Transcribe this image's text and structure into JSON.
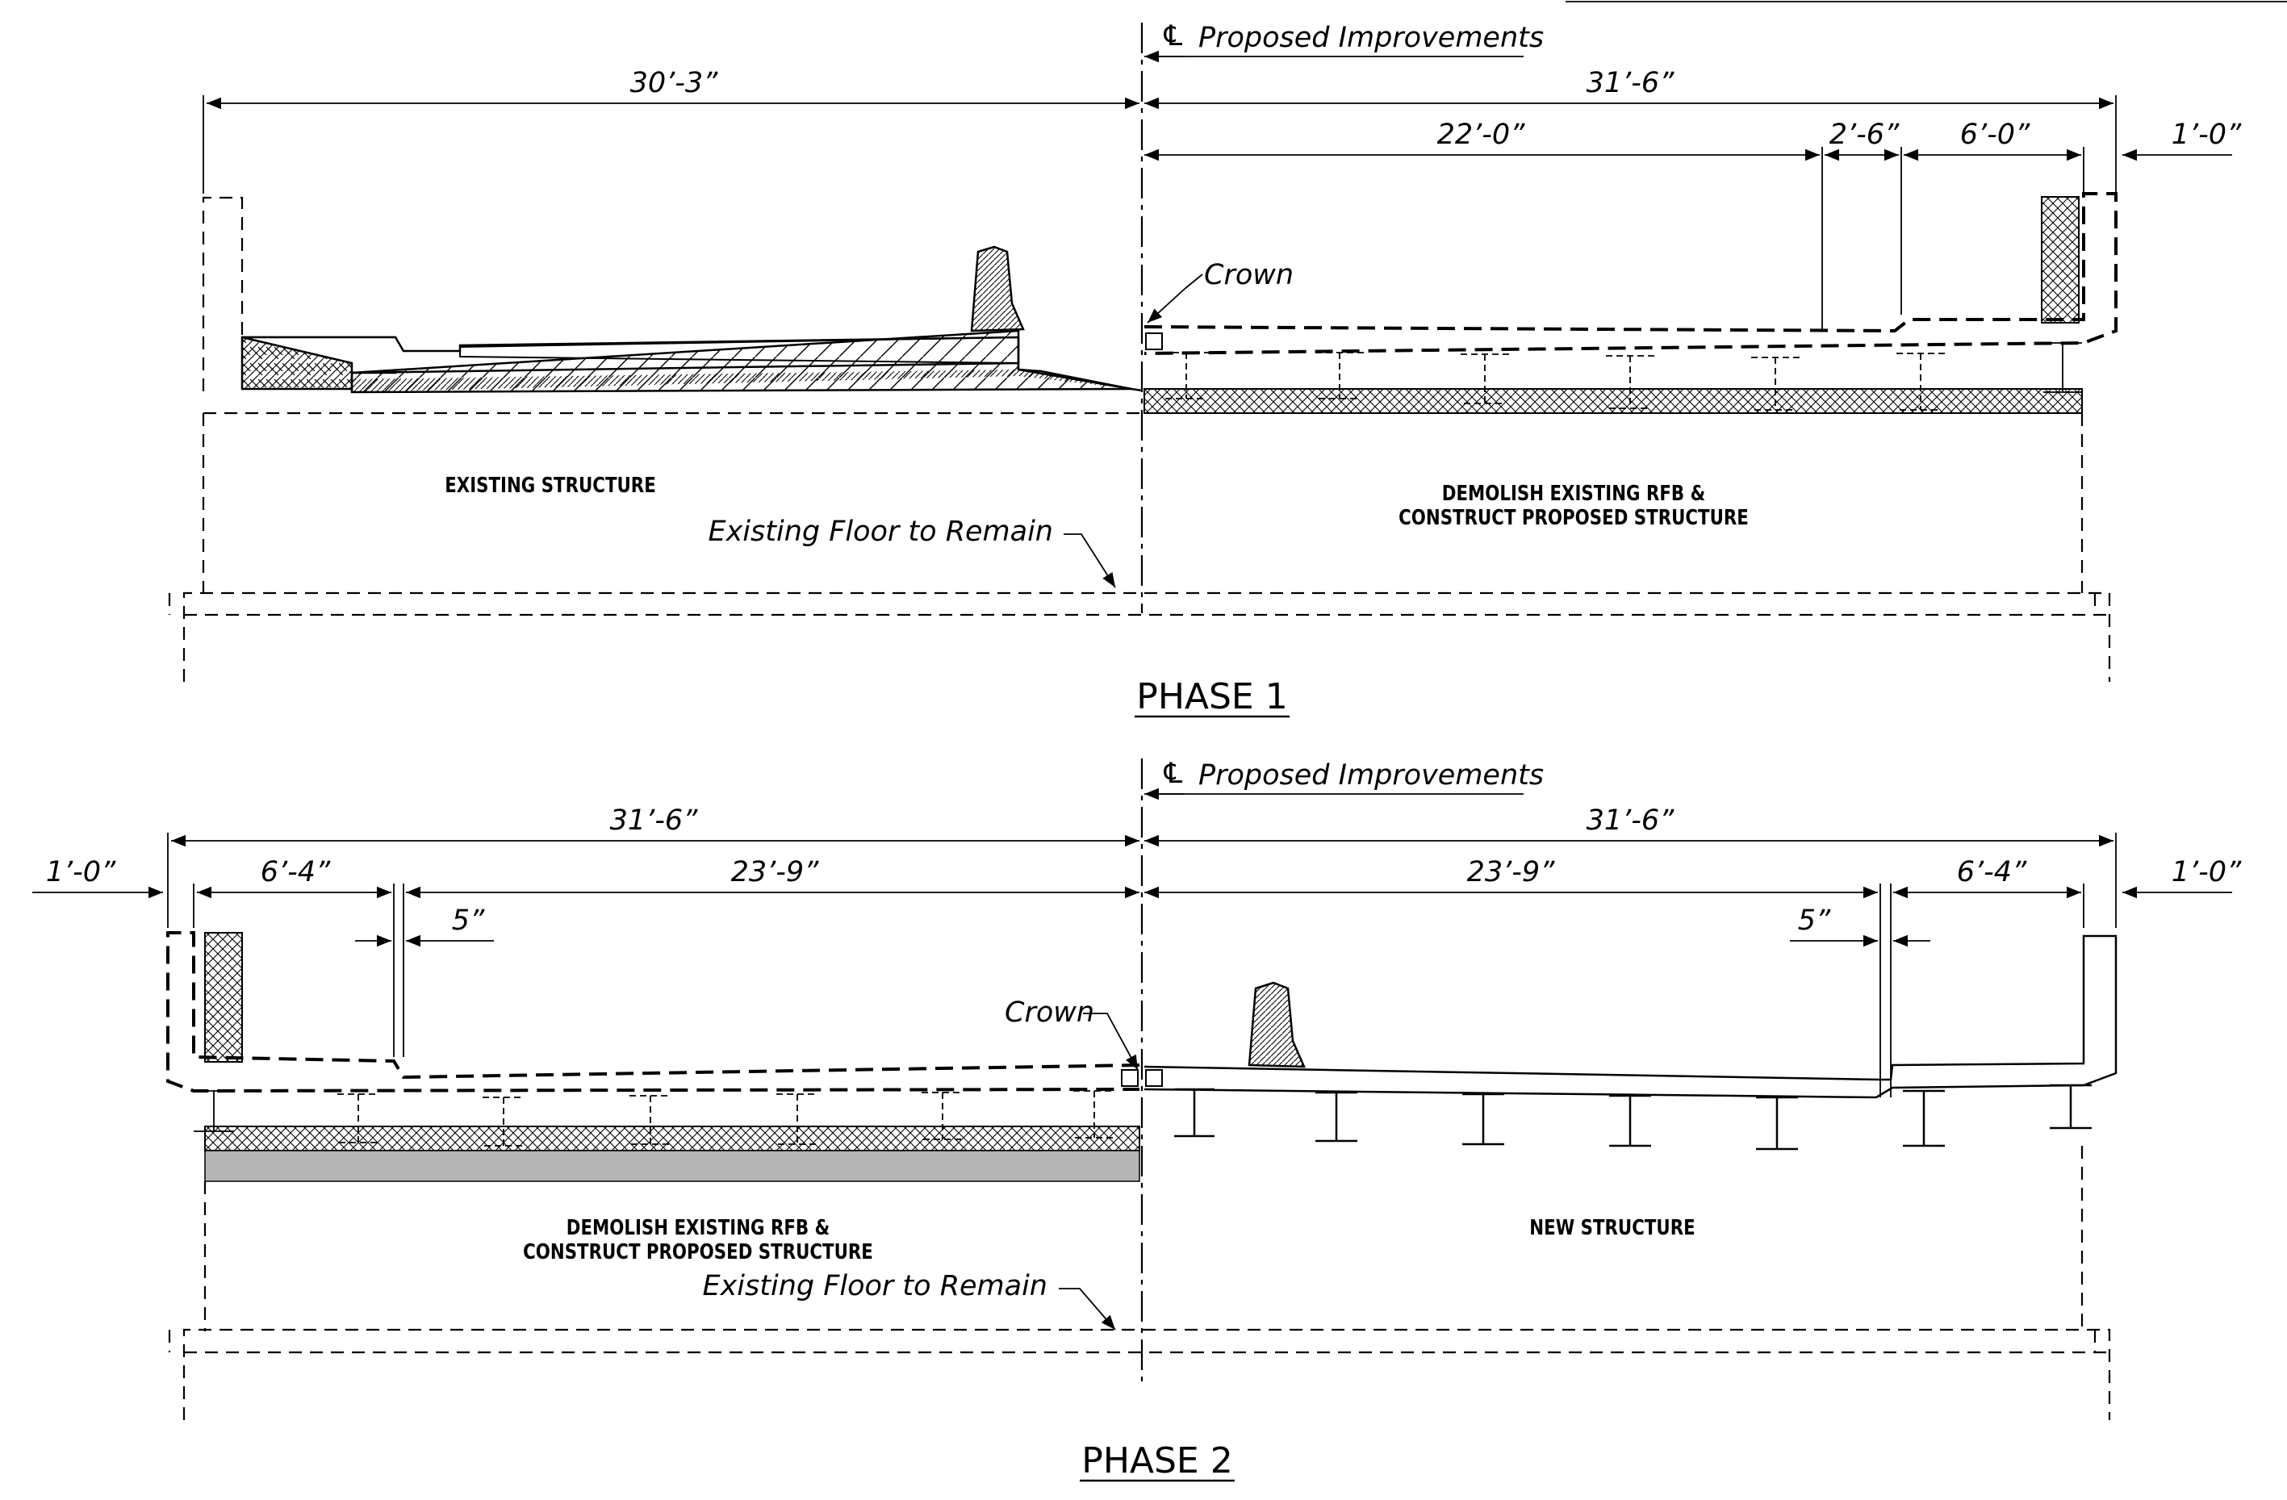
{
  "phase1": {
    "centerline_label": "Proposed Improvements",
    "dim_left_overall": "30’-3”",
    "dim_right_overall": "31’-6”",
    "dim_travel": "22’-0”",
    "dim_gutter": "2’-6”",
    "dim_sidewalk": "6’-0”",
    "dim_rail": "1’-0”",
    "crown_label": "Crown",
    "existing_structure_label": "EXISTING STRUCTURE",
    "demolish_line1": "DEMOLISH EXISTING RFB &",
    "demolish_line2": "CONSTRUCT PROPOSED STRUCTURE",
    "floor_label": "Existing Floor to Remain",
    "title": "PHASE 1"
  },
  "phase2": {
    "centerline_label": "Proposed Improvements",
    "dim_left_overall": "31’-6”",
    "dim_right_overall": "31’-6”",
    "dim_left_rail": "1’-0”",
    "dim_right_rail": "1’-0”",
    "dim_left_sidewalk": "6’-4”",
    "dim_left_travel": "23’-9”",
    "dim_right_travel": "23’-9”",
    "dim_right_sidewalk": "6’-4”",
    "dim_left_curb": "5”",
    "dim_right_curb": "5”",
    "crown_label": "Crown",
    "demolish_line1": "DEMOLISH EXISTING RFB &",
    "demolish_line2": "CONSTRUCT PROPOSED STRUCTURE",
    "new_structure_label": "NEW STRUCTURE",
    "floor_label": "Existing Floor to Remain",
    "title": "PHASE 2"
  }
}
